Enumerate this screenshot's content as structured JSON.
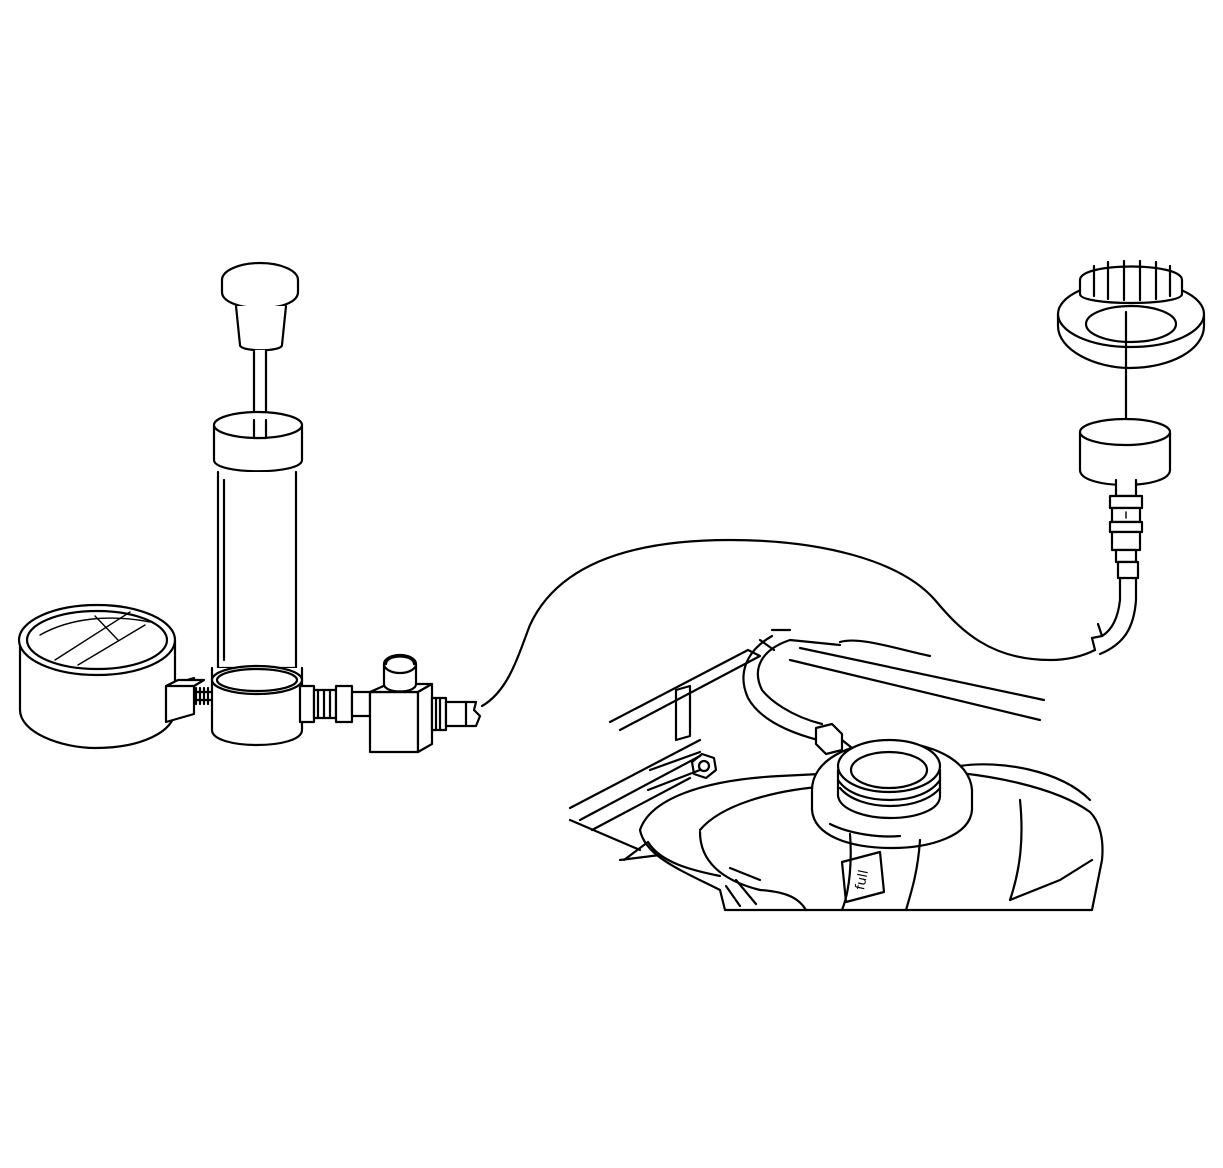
{
  "diagram": {
    "components": [
      {
        "id": "pressure-gauge",
        "icon": "gauge-icon"
      },
      {
        "id": "hand-pump",
        "icon": "pump-icon"
      },
      {
        "id": "release-valve",
        "icon": "valve-icon"
      },
      {
        "id": "test-hose",
        "icon": "hose-icon"
      },
      {
        "id": "cap-adapter",
        "icon": "adapter-icon"
      },
      {
        "id": "coolant-surge-tank",
        "icon": "tank-icon"
      }
    ],
    "tank_label": "full"
  }
}
